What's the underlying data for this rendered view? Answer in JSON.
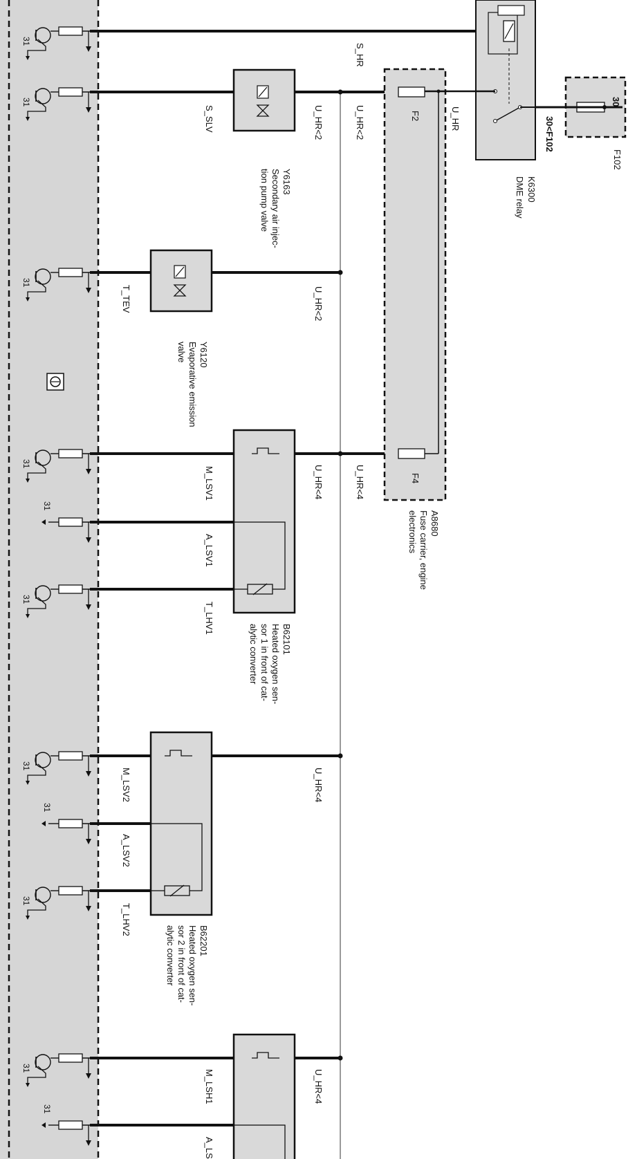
{
  "colors": {
    "wire": "#111111",
    "thin_wire": "#999999",
    "component_fill": "#d9d9d9",
    "ecu_fill": "#d6d6d6",
    "background": "#ffffff"
  },
  "ground": "31",
  "dme_relay": {
    "id": "K6300",
    "desc": "DME relay"
  },
  "fuse_f102": {
    "id": "F102",
    "pin": "30",
    "wire": "30<F102"
  },
  "fuse_carrier": {
    "id": "A8680",
    "desc": [
      "Fuse carrier, engine",
      "electronics"
    ],
    "fuses": [
      "F2",
      "F4"
    ],
    "wire_in": "U_HR"
  },
  "wires": {
    "s_hr": "S_HR",
    "u_hr_2": "U_HR<2",
    "u_hr_4": "U_HR<4"
  },
  "components": [
    {
      "id": "Y6163",
      "desc": [
        "Secondary air injec-",
        "tion pump valve"
      ],
      "signals": [
        "S_SLV"
      ]
    },
    {
      "id": "Y6120",
      "desc": [
        "Evaporative emission",
        "valve"
      ],
      "signals": [
        "T_TEV"
      ]
    },
    {
      "id": "B62101",
      "desc": [
        "Heated oxygen sen-",
        "sor 1 in front of cat-",
        "alytic converter"
      ],
      "signals": [
        "M_LSV1",
        "A_LSV1",
        "T_LHV1"
      ]
    },
    {
      "id": "B62201",
      "desc": [
        "Heated oxygen sen-",
        "sor 2 in front of cat-",
        "alytic converter"
      ],
      "signals": [
        "M_LSV2",
        "A_LSV2",
        "T_LHV2"
      ]
    },
    {
      "id": "",
      "desc": [],
      "signals": [
        "M_LSH1",
        "A_LS"
      ]
    }
  ]
}
